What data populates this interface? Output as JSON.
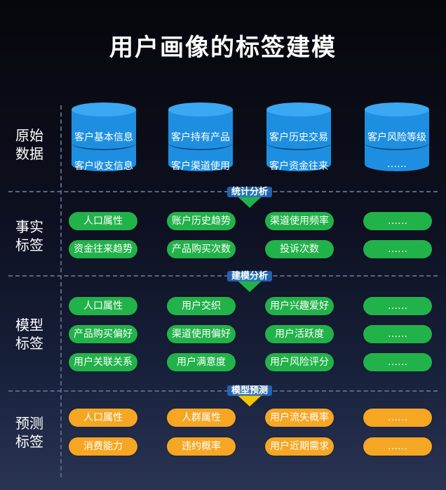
{
  "title": "用户画像的标签建模",
  "sections": [
    {
      "label": [
        "原始",
        "数据"
      ]
    },
    {
      "label": [
        "事实",
        "标签"
      ]
    },
    {
      "label": [
        "模型",
        "标签"
      ]
    },
    {
      "label": [
        "预测",
        "标签"
      ]
    }
  ],
  "databases": [
    {
      "lines": [
        "客户基本信息",
        "客户收支信息"
      ]
    },
    {
      "lines": [
        "客户持有产品",
        "客户渠道使用"
      ]
    },
    {
      "lines": [
        "客户历史交易",
        "客户资金往来"
      ]
    },
    {
      "lines": [
        "客户风险等级",
        "……"
      ]
    }
  ],
  "arrows": [
    "统计分析",
    "建模分析",
    "模型预测"
  ],
  "fact_tags": [
    [
      "人口属性",
      "账户历史趋势",
      "渠道使用频率",
      "……"
    ],
    [
      "资金往来趋势",
      "产品购买次数",
      "投诉次数",
      "……"
    ]
  ],
  "model_tags": [
    [
      "人口属性",
      "用户交织",
      "用户兴趣爱好",
      "……"
    ],
    [
      "产品购买偏好",
      "渠道使用偏好",
      "用户活跃度",
      "……"
    ],
    [
      "用户关联关系",
      "用户满意度",
      "用户风险评分",
      "……"
    ]
  ],
  "predict_tags": [
    [
      "人口属性",
      "人群属性",
      "用户流失概率",
      "……"
    ],
    [
      "消费能力",
      "违约概率",
      "用户近期需求",
      "……"
    ]
  ],
  "colors": {
    "database": "#1e8fe0",
    "fact": "#22b24a",
    "model": "#22b24a",
    "predict": "#f5a623",
    "arrow_green": "#22b24a",
    "arrow_yellow": "#f5c400"
  }
}
